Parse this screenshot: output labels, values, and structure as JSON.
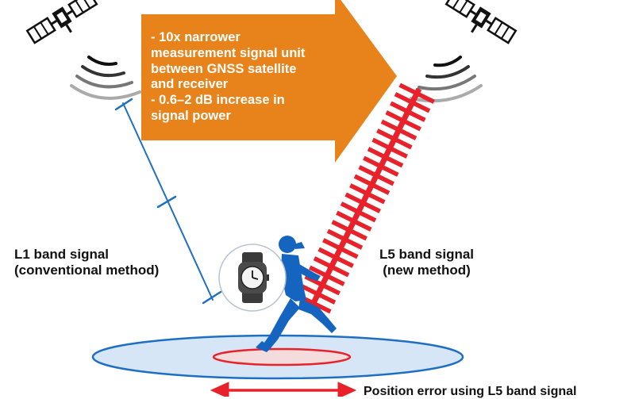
{
  "arrow_text": [
    "- 10x narrower",
    "measurement signal unit",
    "between GNSS satellite",
    "and receiver",
    "- 0.6–2 dB increase in",
    "signal power"
  ],
  "l1_label": {
    "line1": "L1 band signal",
    "line2": "(conventional method)"
  },
  "l5_label": {
    "line1": "L5 band signal",
    "line2": "(new method)"
  },
  "error_label": "Position error using L5 band signal",
  "colors": {
    "arrow": "#E8821A",
    "l1_signal": "#1E6FC4",
    "l5_signal": "#E8222A",
    "runner": "#1565C0",
    "ellipse_fill": "#D6E6F7",
    "ellipse_stroke": "#1E6FC4",
    "error_arrow": "#E8222A"
  },
  "icons": [
    "satellite-icon",
    "satellite-icon",
    "smartwatch-icon",
    "runner-icon"
  ]
}
